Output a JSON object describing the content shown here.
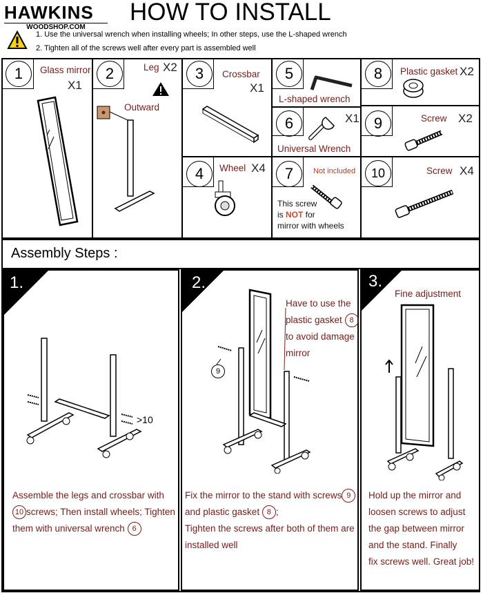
{
  "header": {
    "brand": "HAWKINS",
    "site": "WOODSHOP.COM",
    "title": "HOW TO INSTALL",
    "notes": [
      "1. Use the universal wrench when installing wheels; In other steps, use the L-shaped wrench",
      "2. Tighten all of the screws well after every part is assembled well"
    ]
  },
  "parts": {
    "p1": {
      "num": "1",
      "name": "Glass mirror",
      "qty": "X1"
    },
    "p2": {
      "num": "2",
      "name": "Leg",
      "qty": "X2",
      "note": "Outward"
    },
    "p3": {
      "num": "3",
      "name": "Crossbar",
      "qty": "X1"
    },
    "p4": {
      "num": "4",
      "name": "Wheel",
      "qty": "X4"
    },
    "p5": {
      "num": "5",
      "name": "L-shaped wrench"
    },
    "p6": {
      "num": "6",
      "name": "Universal Wrench",
      "qty": "X1"
    },
    "p7": {
      "num": "7",
      "name": "Not included",
      "text1": "This screw",
      "text2a": "is ",
      "text2b": "NOT",
      "text2c": " for",
      "text3": "mirror with wheels"
    },
    "p8": {
      "num": "8",
      "name": "Plastic gasket",
      "qty": "X2"
    },
    "p9": {
      "num": "9",
      "name": "Screw",
      "qty": "X2"
    },
    "p10": {
      "num": "10",
      "name": "Screw",
      "qty": "X4"
    }
  },
  "assembly": {
    "title": "Assembly Steps :",
    "steps": [
      {
        "num": "1.",
        "callout": ">10",
        "l1a": "Assemble the legs and crossbar with",
        "l2n": "10",
        "l2": "screws; Then install wheels; Tighten",
        "l3": "them with universal wrench",
        "l3n": "6"
      },
      {
        "num": "2.",
        "callout_num": "9",
        "note1": "Have to use the",
        "note2": "plastic gasket",
        "note2n": "8",
        "note3": "to avoid damage",
        "note4": "mirror",
        "l1": "Fix the mirror to the stand with screws",
        "l1n": "9",
        "l2": "and plastic gasket",
        "l2n": "8",
        "l2end": ";",
        "l3": "Tighten the screws after both of them are",
        "l4": "installed well"
      },
      {
        "num": "3.",
        "note": "Fine adjustment",
        "l1": "Hold up the mirror and",
        "l2": "loosen screws to adjust",
        "l3": "the gap between mirror",
        "l4": "and the stand. Finally",
        "l5": "fix screws well. Great job!"
      }
    ]
  }
}
